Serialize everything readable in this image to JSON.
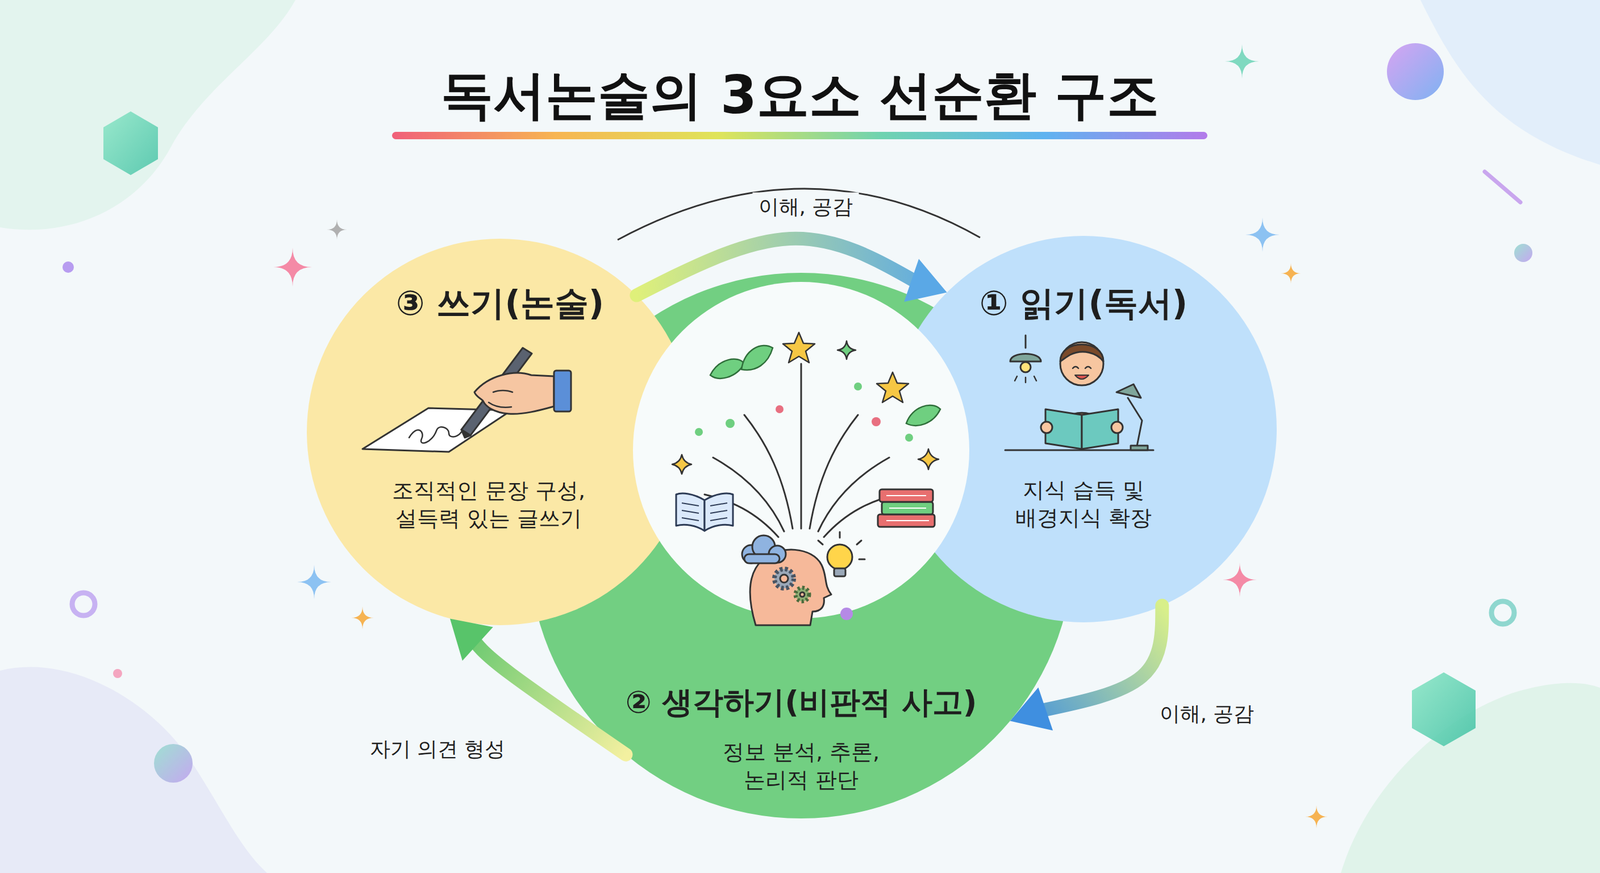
{
  "diagram": {
    "title": "독서논술의 3요소 선순환 구조",
    "nodes": [
      {
        "text": [
          "③ 쓰기(논술)",
          "조직적인 문장 구성, 설득력 있는 글쓰기"
        ]
      },
      {
        "text": [
          "① 읽기(독서)",
          "지식 습득 및 배경지식 확장"
        ]
      },
      {
        "text": [
          "② 생각하기(비판적 사고)",
          "정보 분석, 추론, 논리적 판단"
        ]
      }
    ],
    "edges": [
      {
        "from": 0,
        "to": 1,
        "arrow": "to",
        "label": "이해, 공감"
      },
      {
        "from": 1,
        "to": 2,
        "arrow": "to",
        "label": "이해, 공감"
      },
      {
        "from": 2,
        "to": 0,
        "arrow": "to",
        "label": "자기 의견 형성"
      }
    ]
  }
}
